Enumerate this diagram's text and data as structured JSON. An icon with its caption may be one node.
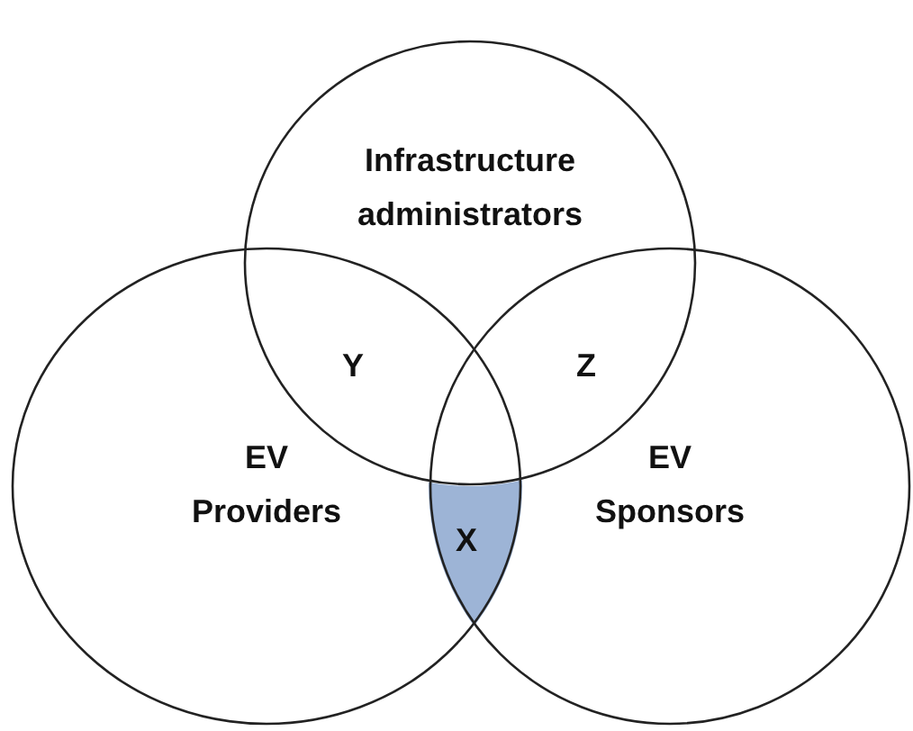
{
  "diagram": {
    "nodes": [
      {
        "text": [
          "Infrastructure administrators"
        ]
      },
      {
        "text": [
          "EV Providers"
        ]
      },
      {
        "text": [
          "EV Sponsors"
        ]
      }
    ],
    "labels": [
      "Y",
      "Z",
      "X"
    ]
  }
}
